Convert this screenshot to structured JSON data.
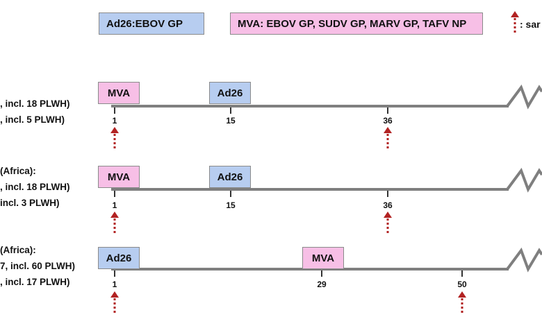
{
  "legend": {
    "ad26_label": "Ad26:EBOV GP",
    "mva_label": "MVA: EBOV GP, SUDV GP, MARV GP, TAFV NP",
    "sample_label": ": sar"
  },
  "colors": {
    "ad26_fill": "#b7cdf0",
    "mva_fill": "#f7bfe6",
    "timeline": "#7f7f7f",
    "sample_arrow": "#b22222"
  },
  "groups": [
    {
      "label_lines": [
        ", incl. 18 PLWH)",
        ", incl. 5 PLWH)"
      ],
      "vaccinations": [
        {
          "label": "MVA",
          "type": "mva"
        },
        {
          "label": "Ad26",
          "type": "ad26"
        }
      ],
      "days": [
        "1",
        "15",
        "36"
      ]
    },
    {
      "label_lines": [
        " (Africa):",
        ", incl. 18 PLWH)",
        "incl. 3 PLWH)"
      ],
      "vaccinations": [
        {
          "label": "MVA",
          "type": "mva"
        },
        {
          "label": "Ad26",
          "type": "ad26"
        }
      ],
      "days": [
        "1",
        "15",
        "36"
      ]
    },
    {
      "label_lines": [
        " (Africa):",
        "7, incl. 60 PLWH)",
        ", incl. 17 PLWH)"
      ],
      "vaccinations": [
        {
          "label": "Ad26",
          "type": "ad26"
        },
        {
          "label": "MVA",
          "type": "mva"
        }
      ],
      "days": [
        "1",
        "29",
        "50"
      ]
    }
  ]
}
